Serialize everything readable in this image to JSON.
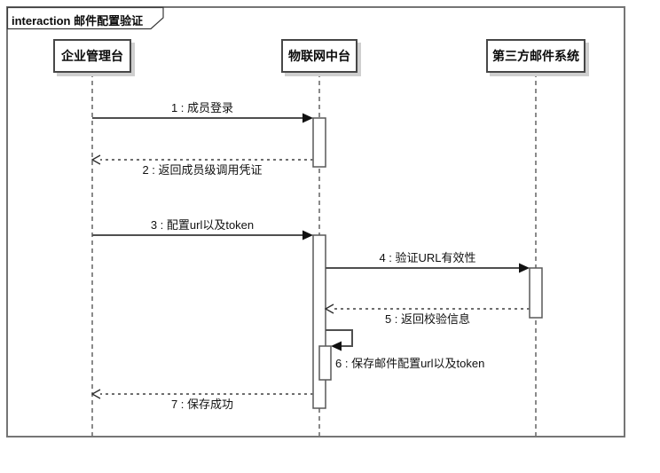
{
  "frame": {
    "type": "interaction",
    "title": "interaction 邮件配置验证"
  },
  "participants": [
    {
      "name": "企业管理台"
    },
    {
      "name": "物联网中台"
    },
    {
      "name": "第三方邮件系统"
    }
  ],
  "messages": [
    {
      "label": "1 : 成员登录",
      "kind": "sync",
      "from": "企业管理台",
      "to": "物联网中台"
    },
    {
      "label": "2 : 返回成员级调用凭证",
      "kind": "return",
      "from": "物联网中台",
      "to": "企业管理台"
    },
    {
      "label": "3 : 配置url以及token",
      "kind": "sync",
      "from": "企业管理台",
      "to": "物联网中台"
    },
    {
      "label": "4 : 验证URL有效性",
      "kind": "sync",
      "from": "物联网中台",
      "to": "第三方邮件系统"
    },
    {
      "label": "5 : 返回校验信息",
      "kind": "return",
      "from": "第三方邮件系统",
      "to": "物联网中台"
    },
    {
      "label": "6 : 保存邮件配置url以及token",
      "kind": "self",
      "from": "物联网中台",
      "to": "物联网中台"
    },
    {
      "label": "7 : 保存成功",
      "kind": "return",
      "from": "物联网中台",
      "to": "企业管理台"
    }
  ],
  "colors": {
    "background": "#ffffff",
    "frame_border": "#757575",
    "box_border": "#474747",
    "box_shadow": "#cfcfcf",
    "solid_line": "#4f4f4f",
    "return_line": "#6e6e6e",
    "lifeline": "#151515",
    "text": "#0a0a0a"
  }
}
